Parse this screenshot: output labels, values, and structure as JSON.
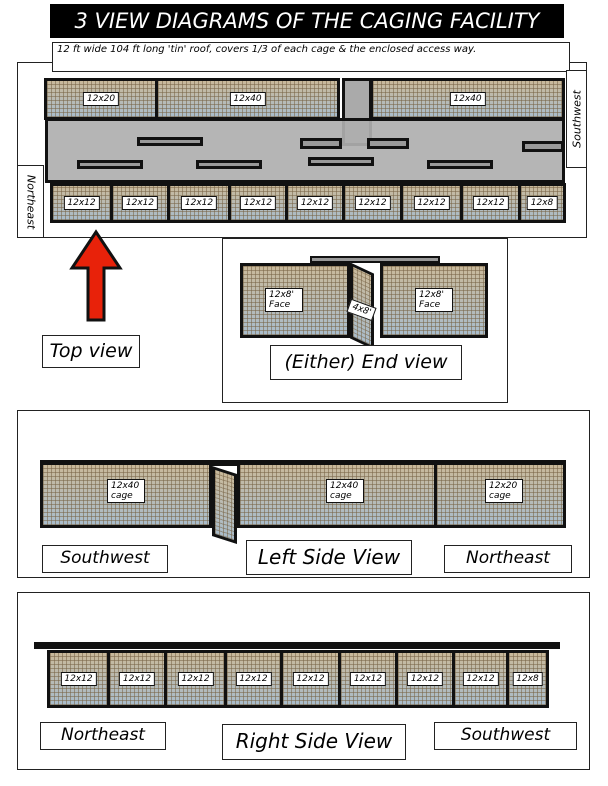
{
  "title": "3 VIEW DIAGRAMS OF THE CAGING FACILITY",
  "note": "12 ft wide 104 ft long 'tin' roof, covers 1/3 of each cage & the enclosed access way.",
  "top_view": {
    "label": "Top view",
    "northeast": "Northeast",
    "southwest": "Southwest",
    "upper_cages": [
      "12x20",
      "12x40",
      "12x40"
    ],
    "lower_cages": [
      "12x12",
      "12x12",
      "12x12",
      "12x12",
      "12x12",
      "12x12",
      "12x12",
      "12x12",
      "12x8"
    ]
  },
  "end_view": {
    "label": "(Either)  End view",
    "left": "12x8' Face",
    "right": "12x8' Face",
    "door": "4x8'"
  },
  "left_side": {
    "label": "Left Side View",
    "southwest": "Southwest",
    "northeast": "Northeast",
    "cages": [
      "12x40 cage",
      "12x40 cage",
      "12x20 cage"
    ]
  },
  "right_side": {
    "label": "Right Side View",
    "northeast": "Northeast",
    "southwest": "Southwest",
    "cages": [
      "12x12",
      "12x12",
      "12x12",
      "12x12",
      "12x12",
      "12x12",
      "12x12",
      "12x12",
      "12x8"
    ]
  },
  "colors": {
    "arrow": "#e8220a",
    "title_bg": "#000000"
  }
}
